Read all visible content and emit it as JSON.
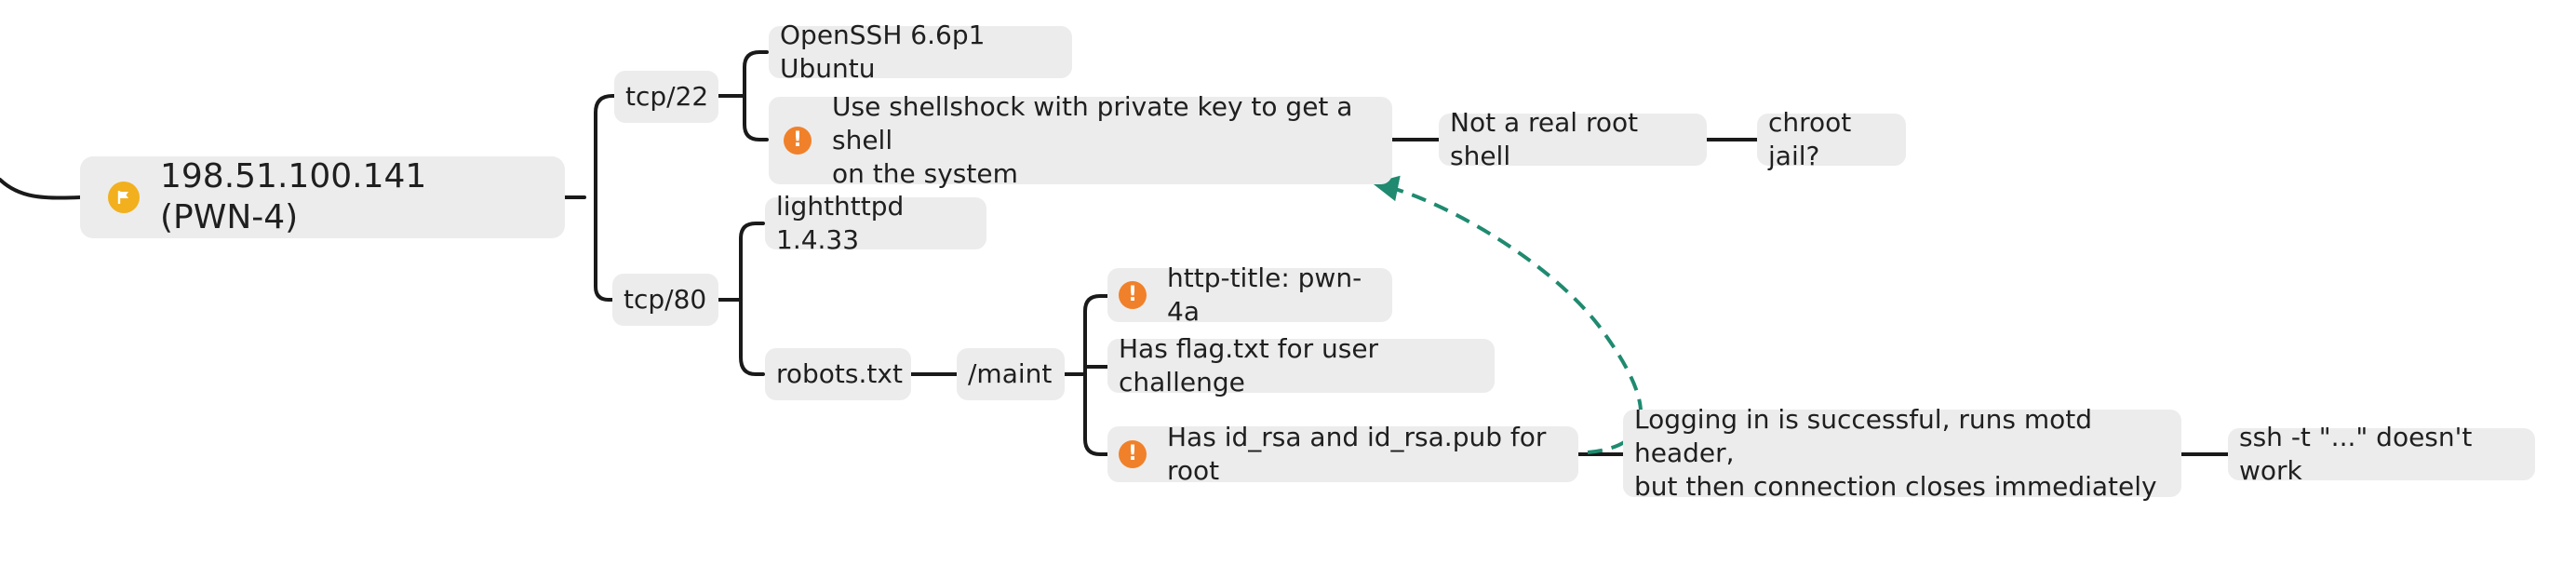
{
  "colors": {
    "node_bg": "#ececec",
    "line": "#1a1a1a",
    "dashed_relation": "#1f8a70",
    "alert_icon": "#f0812a",
    "flag_icon": "#f2b01e"
  },
  "nodes": {
    "root": {
      "label": "198.51.100.141 (PWN-4)",
      "icon": "flag-icon"
    },
    "tcp22": {
      "label": "tcp/22"
    },
    "tcp80": {
      "label": "tcp/80"
    },
    "openssh": {
      "label": "OpenSSH 6.6p1 Ubuntu"
    },
    "shellshock": {
      "label": "Use shellshock with private key to get a shell\non the system",
      "icon": "alert-icon"
    },
    "not_root": {
      "label": "Not a real root shell"
    },
    "chroot": {
      "label": "chroot jail?"
    },
    "lighttpd": {
      "label": "lighthttpd 1.4.33"
    },
    "robots": {
      "label": "robots.txt"
    },
    "maint": {
      "label": "/maint"
    },
    "http_title": {
      "label": "http-title: pwn-4a",
      "icon": "alert-icon"
    },
    "flag_txt": {
      "label": "Has flag.txt for user challenge"
    },
    "id_rsa": {
      "label": "Has id_rsa and id_rsa.pub for root",
      "icon": "alert-icon"
    },
    "logging": {
      "label": "Logging in is successful, runs motd header,\nbut then connection closes immediately"
    },
    "ssh_t": {
      "label": "ssh -t \"...\" doesn't work"
    }
  }
}
